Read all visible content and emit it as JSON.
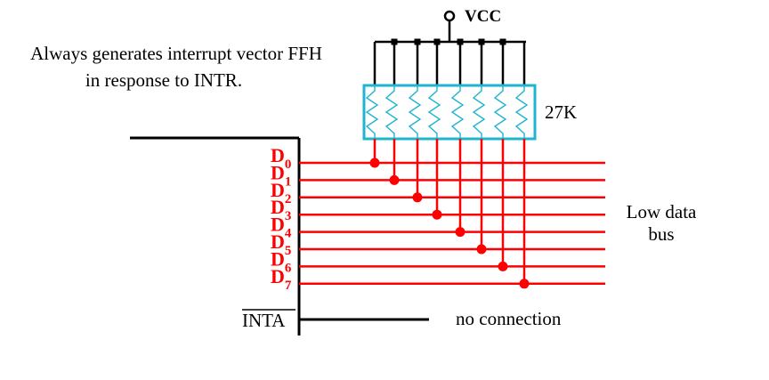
{
  "caption": {
    "line1": "Always generates interrupt vector FFH",
    "line2": "in response to INTR."
  },
  "vcc_label": "VCC",
  "resistor_label": "27K",
  "data_lines": [
    {
      "name": "D",
      "index": "0"
    },
    {
      "name": "D",
      "index": "1"
    },
    {
      "name": "D",
      "index": "2"
    },
    {
      "name": "D",
      "index": "3"
    },
    {
      "name": "D",
      "index": "4"
    },
    {
      "name": "D",
      "index": "5"
    },
    {
      "name": "D",
      "index": "6"
    },
    {
      "name": "D",
      "index": "7"
    }
  ],
  "bus_label": {
    "line1": "Low data",
    "line2": "bus"
  },
  "inta_label": "INTA",
  "no_connection_label": "no connection",
  "colors": {
    "bus": "#ff0000",
    "resistor": "#1fb5d0",
    "wire": "#000000"
  }
}
